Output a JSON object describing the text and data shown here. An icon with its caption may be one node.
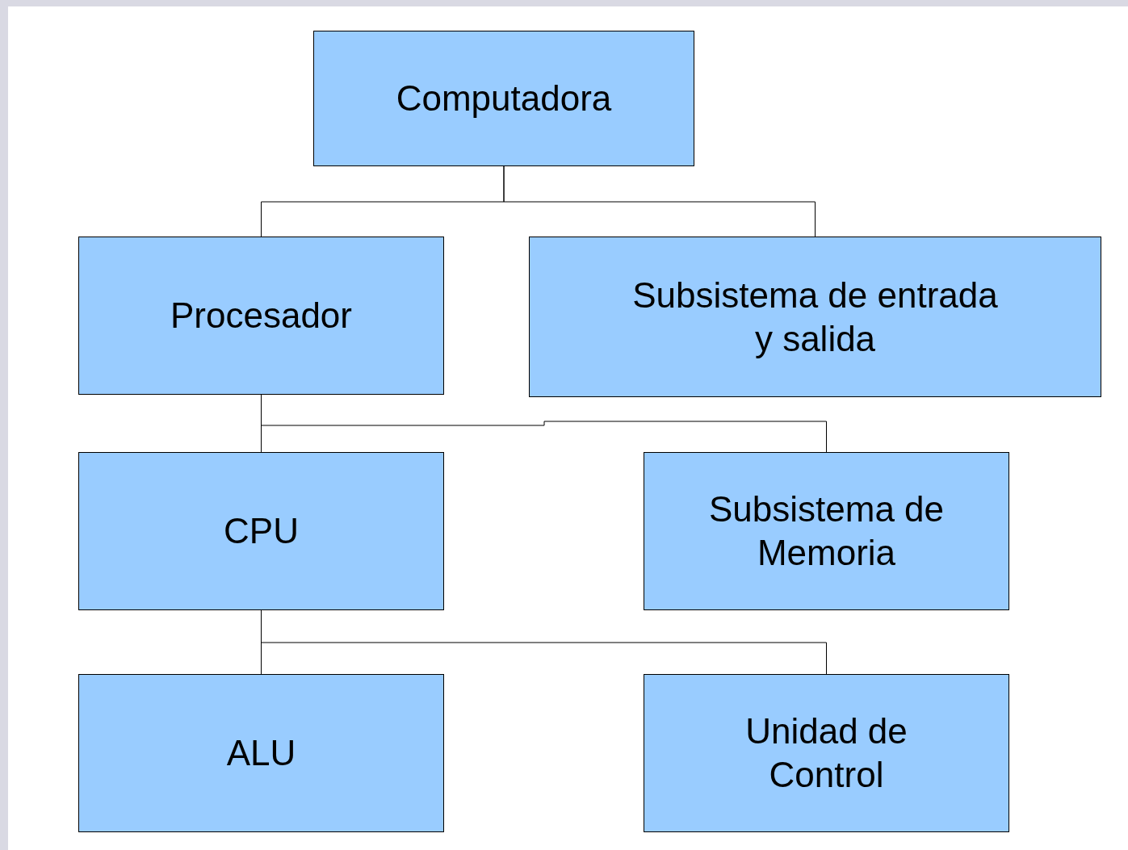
{
  "diagram": {
    "nodes": [
      {
        "text": [
          "Computadora"
        ]
      },
      {
        "text": [
          "Procesador"
        ]
      },
      {
        "text": [
          "Subsistema de entrada y salida"
        ]
      },
      {
        "text": [
          "CPU"
        ]
      },
      {
        "text": [
          "Subsistema de Memoria"
        ]
      },
      {
        "text": [
          "ALU"
        ]
      },
      {
        "text": [
          "Unidad de Control"
        ]
      }
    ],
    "edges": [
      {
        "from": 0,
        "to": 1,
        "arrow": "none"
      },
      {
        "from": 0,
        "to": 2,
        "arrow": "none"
      },
      {
        "from": 1,
        "to": 3,
        "arrow": "none"
      },
      {
        "from": 1,
        "to": 4,
        "arrow": "none"
      },
      {
        "from": 3,
        "to": 5,
        "arrow": "none"
      },
      {
        "from": 3,
        "to": 6,
        "arrow": "none"
      }
    ]
  }
}
